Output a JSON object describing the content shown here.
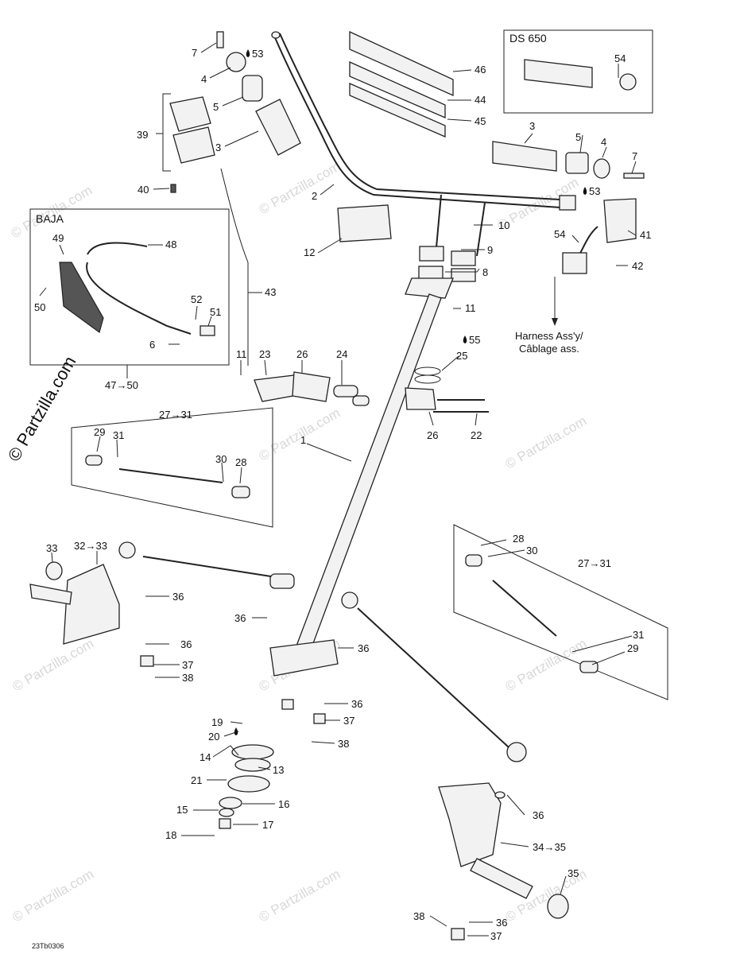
{
  "insets": {
    "ds650": "DS 650",
    "baja": "BAJA",
    "baja_range": "47→50",
    "tie_rod_upper": "27→31",
    "tie_rod_right": "27→31"
  },
  "harness_note": {
    "line1": "Harness Ass'y/",
    "line2": "Câblage ass."
  },
  "watermark": {
    "side": "© Partzilla.com",
    "tile": "© Partzilla.com"
  },
  "drawing_code": "23Tb0306",
  "labels": {
    "p7a": "7",
    "p4a": "4",
    "p53a": "53",
    "p5a": "5",
    "p3a": "3",
    "p39": "39",
    "p40": "40",
    "p46": "46",
    "p44": "44",
    "p45": "45",
    "p54a": "54",
    "p2": "2",
    "p3b": "3",
    "p5b": "5",
    "p4b": "4",
    "p7b": "7",
    "p53b": "53",
    "p12": "12",
    "p10": "10",
    "p9": "9",
    "p8": "8",
    "p11a": "11",
    "p54b": "54",
    "p41": "41",
    "p42": "42",
    "p43": "43",
    "p49": "49",
    "p48": "48",
    "p50": "50",
    "p52": "52",
    "p51": "51",
    "p6": "6",
    "p11b": "11",
    "p23": "23",
    "p26a": "26",
    "p24": "24",
    "p55": "55",
    "p25": "25",
    "p26b": "26",
    "p22": "22",
    "p1": "1",
    "p29a": "29",
    "p31a": "31",
    "p30a": "30",
    "p28a": "28",
    "p33": "33",
    "p32": "32→33",
    "p36a": "36",
    "p36b": "36",
    "p36c": "36",
    "p37a": "37",
    "p38a": "38",
    "p36d": "36",
    "p36e": "36",
    "p37b": "37",
    "p38b": "38",
    "p28b": "28",
    "p30b": "30",
    "p31b": "31",
    "p29b": "29",
    "p19": "19",
    "p20": "20",
    "p14": "14",
    "p13": "13",
    "p21": "21",
    "p16": "16",
    "p15": "15",
    "p17": "17",
    "p18": "18",
    "p36f": "36",
    "p3435": "34→35",
    "p35": "35",
    "p38c": "38",
    "p36g": "36",
    "p37c": "37"
  }
}
